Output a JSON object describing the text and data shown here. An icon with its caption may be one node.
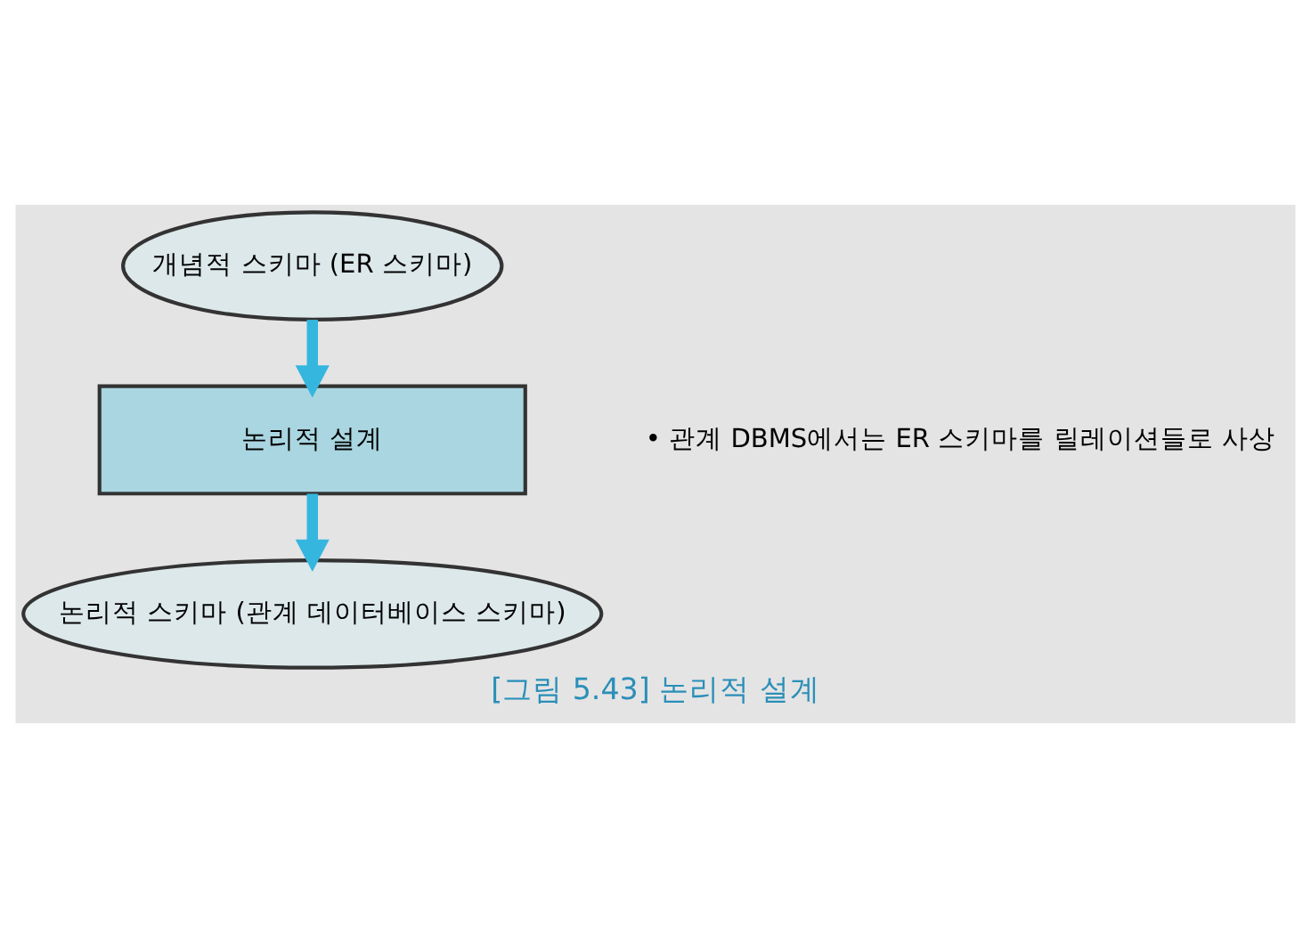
{
  "diagram": {
    "caption": "[그림 5.43] 논리적 설계",
    "nodes": [
      {
        "text": [
          "개념적 스키마 (ER 스키마)"
        ]
      },
      {
        "text": [
          "논리적 설계"
        ]
      },
      {
        "text": [
          "논리적 스키마 (관계 데이터베이스 스키마)"
        ]
      }
    ],
    "edges": [
      {
        "from": 0,
        "to": 1,
        "arrow": "to"
      },
      {
        "from": 1,
        "to": 2,
        "arrow": "to"
      }
    ],
    "labels": [
      "• 관계 DBMS에서는 ER 스키마를 릴레이션들로 사상"
    ]
  }
}
